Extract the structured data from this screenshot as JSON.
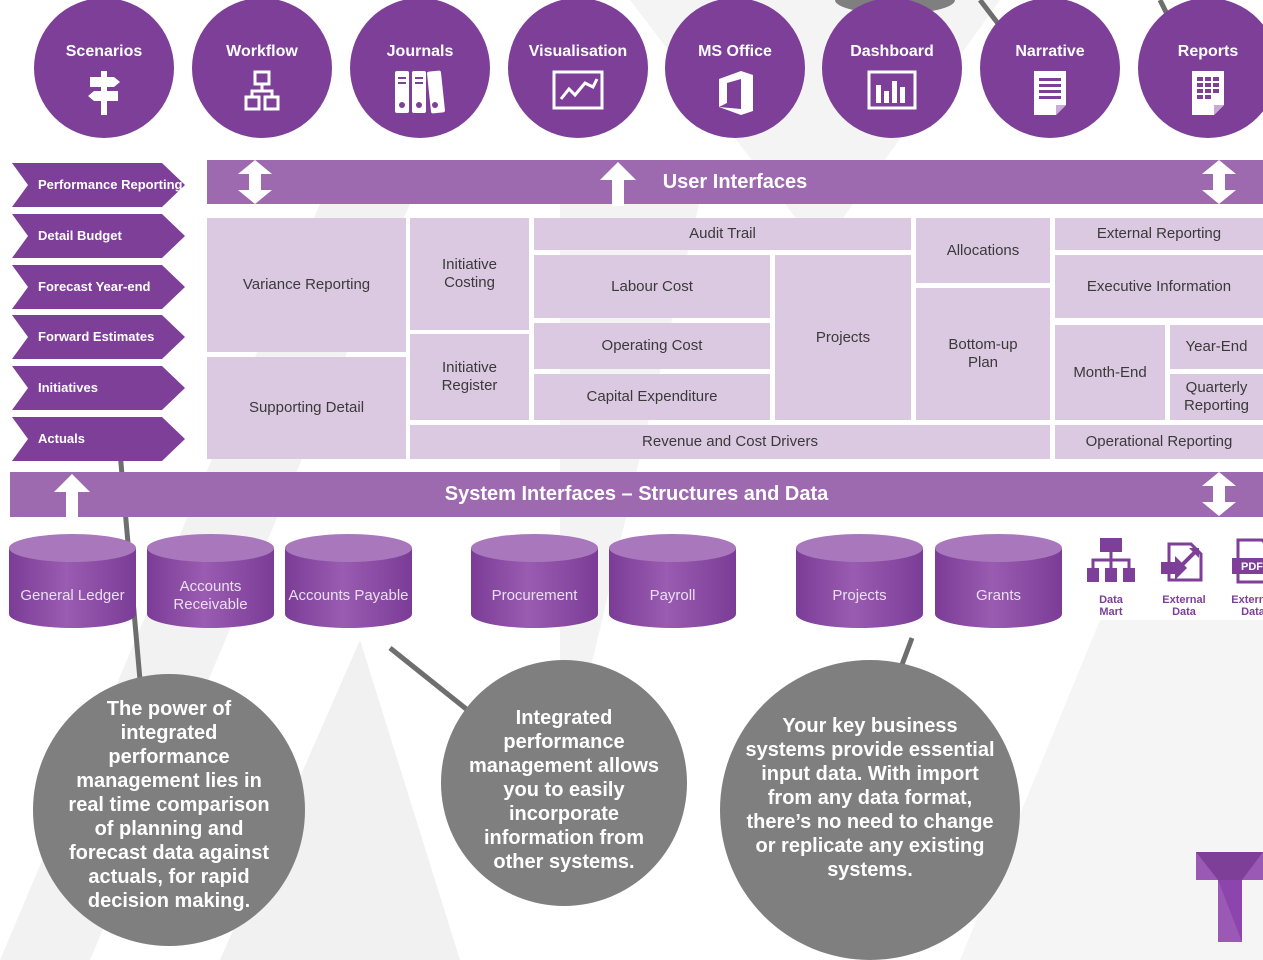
{
  "top_circles": [
    {
      "label": "Scenarios",
      "icon": "signpost-icon"
    },
    {
      "label": "Workflow",
      "icon": "hierarchy-icon"
    },
    {
      "label": "Journals",
      "icon": "binders-icon"
    },
    {
      "label": "Visualisation",
      "icon": "line-chart-icon"
    },
    {
      "label": "MS Office",
      "icon": "office-icon"
    },
    {
      "label": "Dashboard",
      "icon": "bar-chart-icon"
    },
    {
      "label": "Narrative",
      "icon": "document-icon"
    },
    {
      "label": "Reports",
      "icon": "spreadsheet-icon"
    }
  ],
  "chevrons": [
    "Performance Reporting",
    "Detail Budget",
    "Forecast Year-end",
    "Forward Estimates",
    "Initiatives",
    "Actuals"
  ],
  "user_interfaces_label": "User Interfaces",
  "system_interfaces_label": "System Interfaces – Structures and Data",
  "grid": {
    "variance_reporting": "Variance Reporting",
    "supporting_detail": "Supporting Detail",
    "initiative_costing": "Initiative Costing",
    "initiative_register": "Initiative Register",
    "audit_trail": "Audit Trail",
    "labour_cost": "Labour Cost",
    "operating_cost": "Operating Cost",
    "capital_expenditure": "Capital Expenditure",
    "projects": "Projects",
    "allocations": "Allocations",
    "bottom_up_plan": "Bottom-up Plan",
    "external_reporting": "External Reporting",
    "executive_information": "Executive Information",
    "month_end": "Month-End",
    "year_end": "Year-End",
    "quarterly_reporting": "Quarterly Reporting",
    "revenue_cost_drivers": "Revenue and Cost Drivers",
    "operational_reporting": "Operational Reporting"
  },
  "databases": [
    "General Ledger",
    "Accounts Receivable",
    "Accounts Payable",
    "Procurement",
    "Payroll",
    "Projects",
    "Grants"
  ],
  "data_sources": [
    {
      "label": "Data Mart",
      "icon": "data-mart-icon"
    },
    {
      "label": "External Data",
      "icon": "external-data-icon"
    },
    {
      "label": "External Data",
      "icon": "pdf-icon",
      "badge": "PDF"
    }
  ],
  "callouts": [
    "The power of integrated performance management lies in real time comparison of planning and forecast data against actuals, for rapid decision making.",
    "Integrated performance management allows you to easily incorporate information from other systems.",
    "Your key business systems provide essential input data. With import from any data format, there’s no need to change or replicate any existing systems."
  ],
  "colors": {
    "purple": "#7d3f98",
    "bar": "#9e6aaf",
    "cell": "#dbc9e2",
    "grey": "#7f7f7f"
  }
}
